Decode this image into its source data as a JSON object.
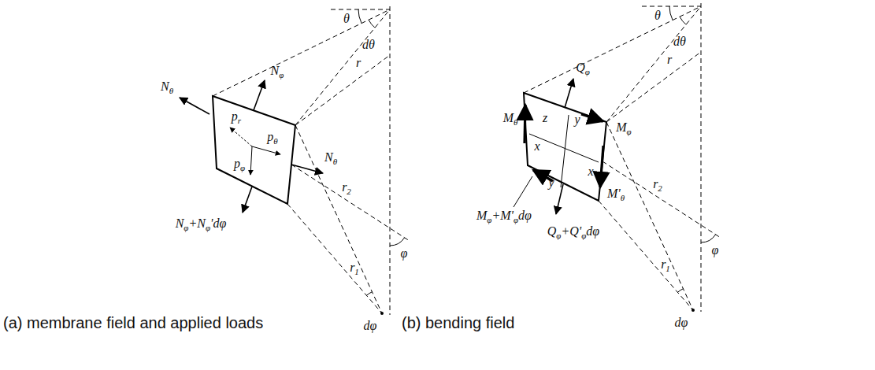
{
  "diagram": {
    "labels": [
      "Nθ",
      "Nφ",
      "pr",
      "pθ",
      "pφ",
      "Nθ",
      "Nφ+Nφ'dφ",
      "θ",
      "dθ",
      "r",
      "r2",
      "φ",
      "r1",
      "dφ",
      "(a) membrane field and applied loads",
      "θ",
      "dθ",
      "Qφ",
      "Mφ",
      "Mθ",
      "z",
      "y",
      "x",
      "x",
      "y",
      "M'θ",
      "Qφ+Q'φdφ",
      "Mφ+M'φdφ",
      "r",
      "r2",
      "φ",
      "r1",
      "dφ",
      "(b) bending field"
    ]
  }
}
